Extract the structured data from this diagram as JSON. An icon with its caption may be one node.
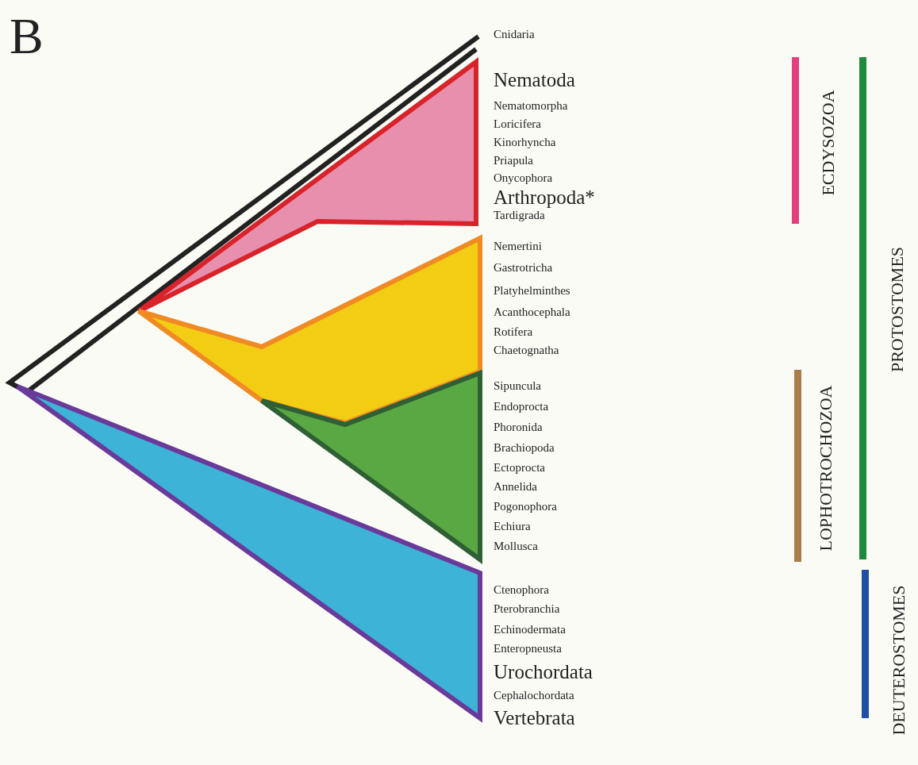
{
  "diagram": {
    "labels": [
      "B",
      "Cnidaria",
      "Nematoda",
      "Nematomorpha",
      "Loricifera",
      "Kinorhyncha",
      "Priapula",
      "Onycophora",
      "Arthropoda*",
      "Tardigrada",
      "Nemertini",
      "Gastrotricha",
      "Platyhelminthes",
      "Acanthocephala",
      "Rotifera",
      "Chaetognatha",
      "Sipuncula",
      "Endoprocta",
      "Phoronida",
      "Brachiopoda",
      "Ectoprocta",
      "Annelida",
      "Pogonophora",
      "Echiura",
      "Mollusca",
      "Ctenophora",
      "Pterobranchia",
      "Echinodermata",
      "Enteropneusta",
      "Urochordata",
      "Cephalochordata",
      "Vertebrata",
      "ECDYSOZOA",
      "LOPHOTROCHOZOA",
      "PROTOSTOMES",
      "DEUTEROSTOMES"
    ]
  }
}
